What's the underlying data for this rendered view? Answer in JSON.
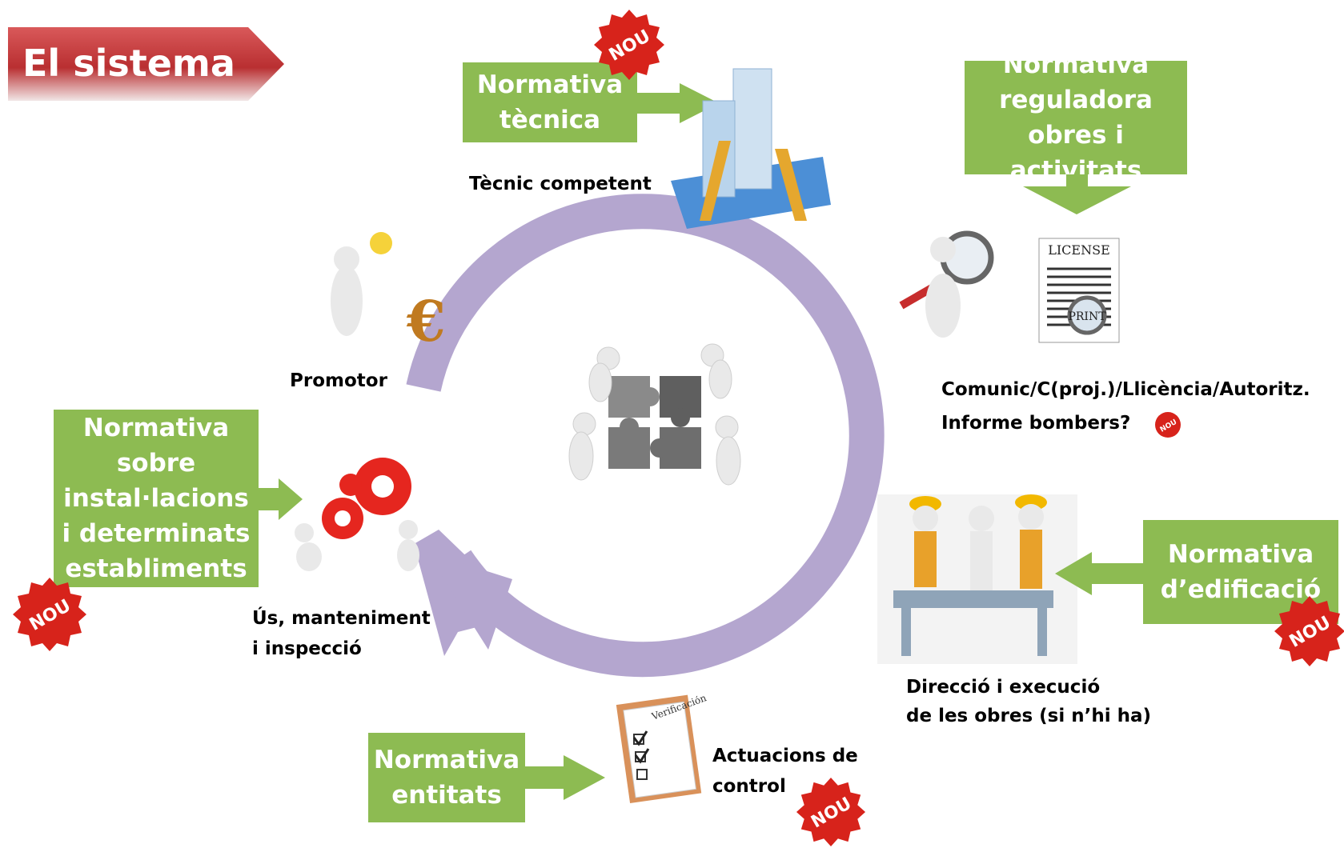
{
  "title": "El sistema",
  "badge_text": "NOU",
  "colors": {
    "green_box": "#8dbb52",
    "cycle_arrow": "#b4a6cf",
    "title_banner": "#c0393b",
    "badge_red": "#d7231b"
  },
  "boxes": {
    "tecnica": [
      "Normativa",
      "tècnica"
    ],
    "reguladora": [
      "Normativa",
      "reguladora",
      "obres i activitats"
    ],
    "installacions": [
      "Normativa",
      "sobre",
      "instal·lacions",
      "i determinats",
      "establiments"
    ],
    "edificacio": [
      "Normativa",
      "d’edificació"
    ],
    "entitats": [
      "Normativa",
      "entitats"
    ]
  },
  "labels": {
    "tecnic": "Tècnic competent",
    "promotor": "Promotor",
    "comunic_line1": "Comunic/C(proj.)/Llicència/Autoritz.",
    "comunic_line2": "Informe bombers?",
    "us_line1": "Ús, manteniment",
    "us_line2": "i inspecció",
    "direccio_line1": "Direcció i execució",
    "direccio_line2": "de les obres (si n’hi ha)",
    "actuacions_line1": "Actuacions de",
    "actuacions_line2": "control"
  },
  "illustrations": {
    "license_title": "LICENSE",
    "print_stamp": "PRINT",
    "verification_title": "Verificación"
  },
  "icons": {
    "center": "puzzle-team-icon",
    "tecnic": "building-blueprint-icon",
    "promotor": "lightbulb-euro-person-icon",
    "comunic": "magnifier-license-icon",
    "us": "gears-people-icon",
    "direccio": "workers-table-icon",
    "actuacions": "checklist-clipboard-icon"
  }
}
